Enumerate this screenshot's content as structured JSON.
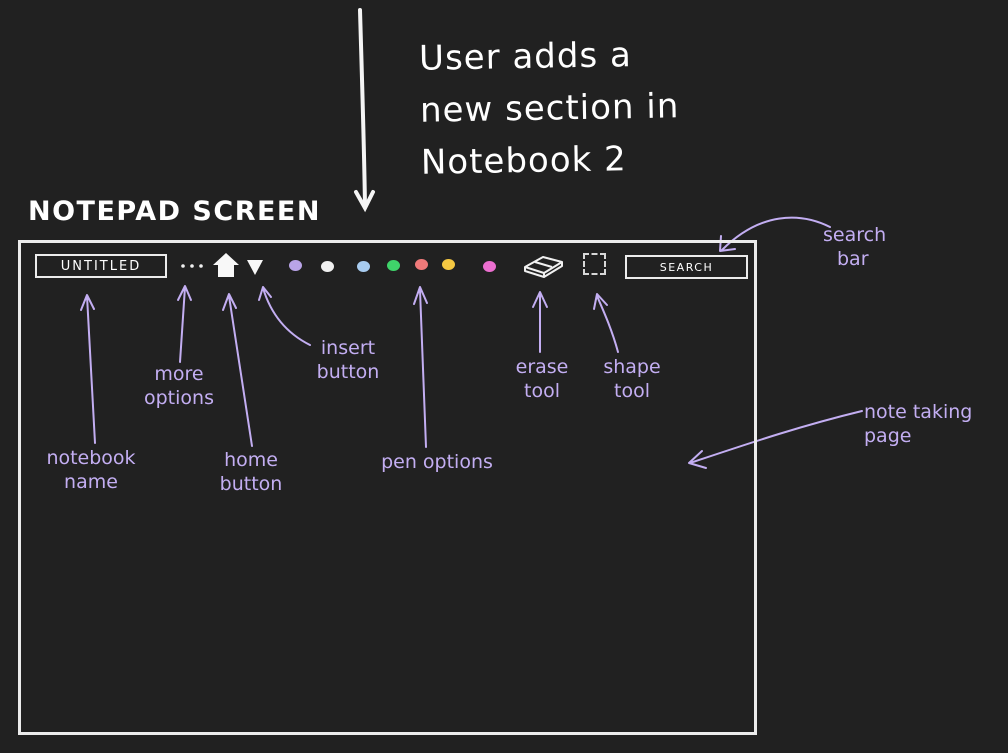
{
  "flow_note": {
    "lines": [
      "User adds a",
      "new section in",
      "Notebook 2"
    ]
  },
  "screen_title": "NOTEPAD SCREEN",
  "toolbar": {
    "notebook_name": "UNTITLED",
    "more_options_glyph": "•••",
    "search_placeholder": "SEARCH",
    "pens": [
      {
        "color": "#b9a4e8"
      },
      {
        "color": "#f0f0f0"
      },
      {
        "color": "#a8ccf0"
      },
      {
        "color": "#3fd46a"
      },
      {
        "color": "#f07a7a"
      },
      {
        "color": "#f5c842"
      },
      {
        "color": "#ec6fd0"
      }
    ]
  },
  "annotations": {
    "notebook_name": [
      "notebook",
      "name"
    ],
    "more_options": [
      "more",
      "options"
    ],
    "home_button": [
      "home",
      "button"
    ],
    "insert_button": [
      "insert",
      "button"
    ],
    "pen_options": [
      "pen options"
    ],
    "erase_tool": [
      "erase",
      "tool"
    ],
    "shape_tool": [
      "shape",
      "tool"
    ],
    "search_bar": [
      "search",
      "bar"
    ],
    "note_taking_page": [
      "note taking",
      "page"
    ]
  },
  "colors": {
    "background": "#212121",
    "ink": "#ececec",
    "annotation": "#c3aef2"
  }
}
